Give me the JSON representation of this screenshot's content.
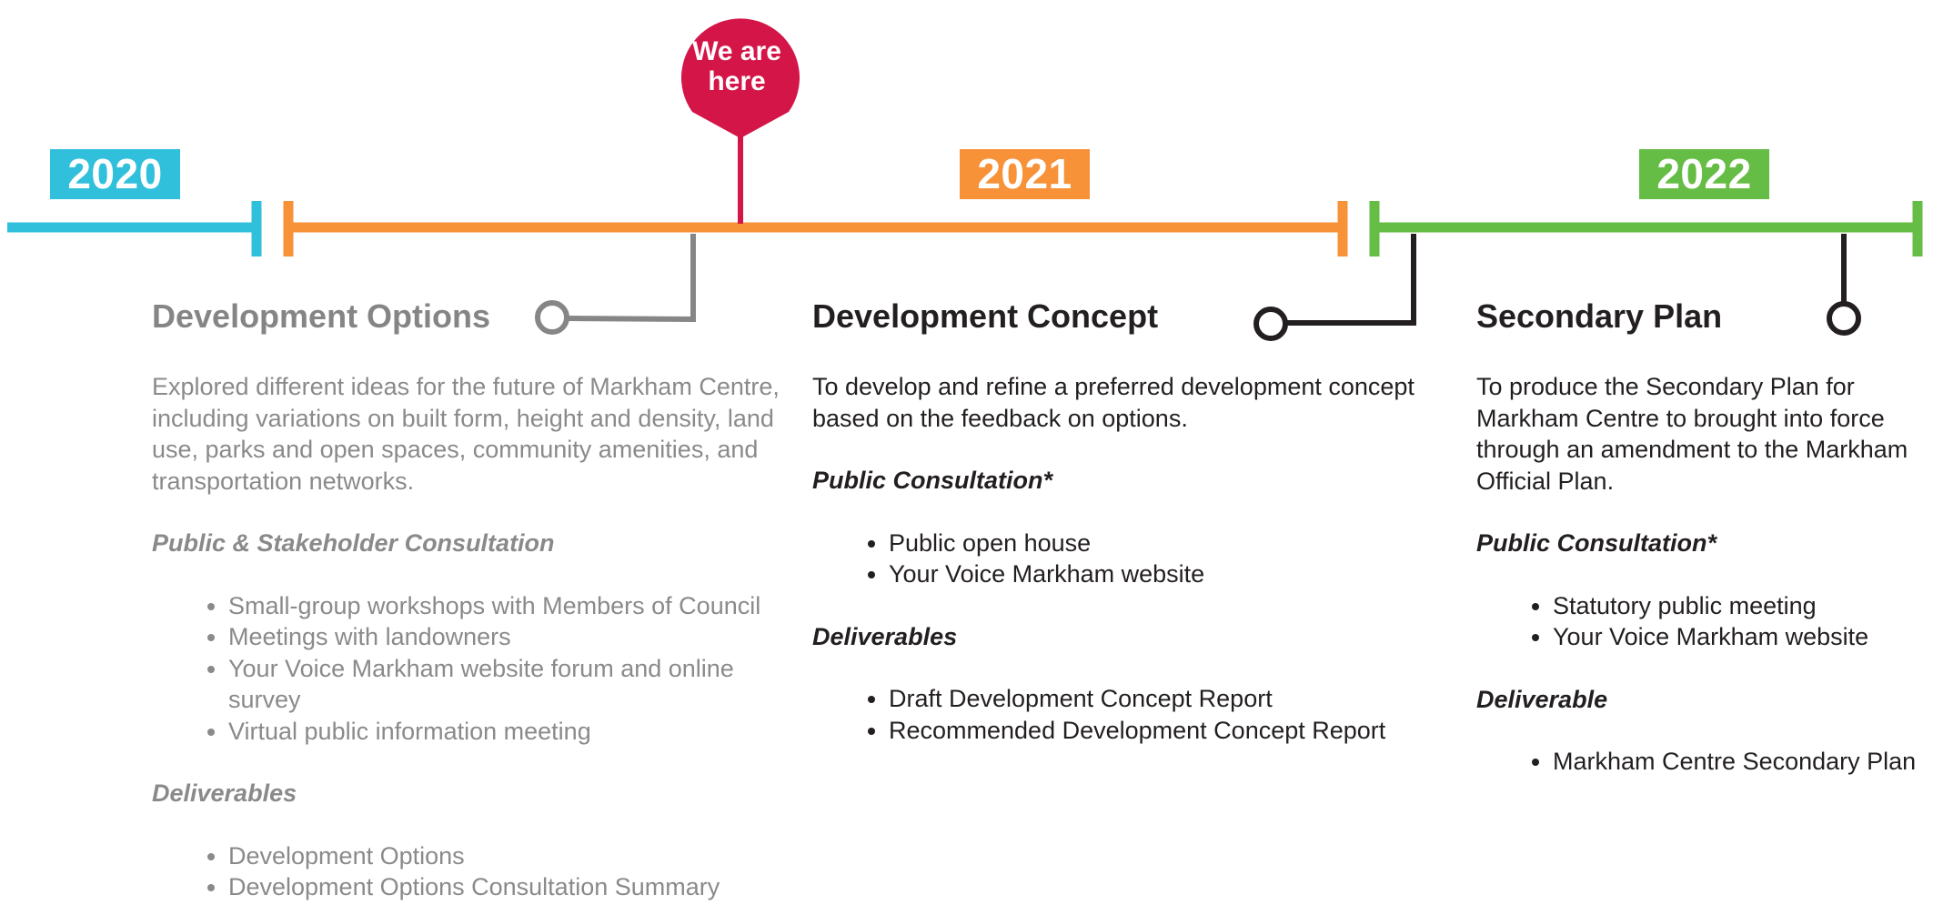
{
  "timeline": {
    "pin_label_line1": "We are",
    "pin_label_line2": "here",
    "years": [
      {
        "label": "2020",
        "color": "#31c0dc"
      },
      {
        "label": "2021",
        "color": "#f79239"
      },
      {
        "label": "2022",
        "color": "#66bd45"
      }
    ],
    "pin_color": "#d31548",
    "connector_color_muted": "#868686",
    "connector_color_dark": "#231f20"
  },
  "phases": [
    {
      "title": "Development Options",
      "description": "Explored different ideas for the future of Markham Centre, including variations on built form, height and density, land use, parks and open spaces, community amenities, and transportation networks.",
      "consultation_heading": "Public & Stakeholder Consultation",
      "consultation_items": [
        "Small-group workshops with Members of Council",
        "Meetings with landowners",
        "Your Voice Markham website forum and online survey",
        "Virtual public information meeting"
      ],
      "deliverables_heading": "Deliverables",
      "deliverables_items": [
        "Development Options",
        "Development Options Consultation Summary"
      ]
    },
    {
      "title": "Development Concept",
      "description": "To develop and refine a preferred development concept based on the feedback on options.",
      "consultation_heading": "Public Consultation*",
      "consultation_items": [
        "Public open house",
        "Your Voice Markham website"
      ],
      "deliverables_heading": "Deliverables",
      "deliverables_items": [
        "Draft Development Concept Report",
        "Recommended Development Concept Report"
      ]
    },
    {
      "title": "Secondary Plan",
      "description": "To produce the Secondary Plan for Markham Centre to brought into force through an amendment to the Markham Official Plan.",
      "consultation_heading": "Public Consultation*",
      "consultation_items": [
        "Statutory public meeting",
        "Your Voice Markham website"
      ],
      "deliverables_heading": "Deliverable",
      "deliverables_items": [
        "Markham Centre Secondary Plan"
      ]
    }
  ]
}
